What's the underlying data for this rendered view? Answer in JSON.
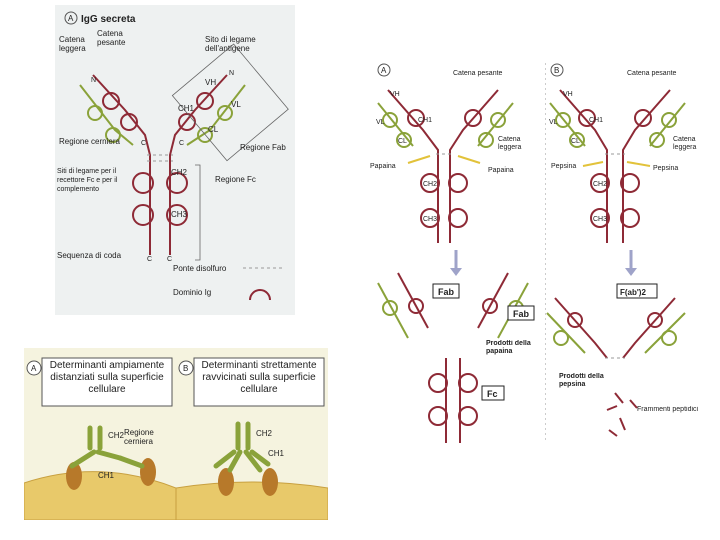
{
  "colors": {
    "heavy": "#8e2a36",
    "light": "#8aa23a",
    "membrane": "#e8c96a",
    "arrow": "#9fa3c9",
    "receptor_tan": "#b7792a"
  },
  "panel_a": {
    "letter": "A",
    "title": "IgG secreta",
    "light_chain": "Catena leggera",
    "heavy_chain": "Catena pesante",
    "antigen_site": "Sito di legame dell'antigene",
    "hinge": "Regione cerniera",
    "fab_region": "Regione Fab",
    "fc_region": "Regione Fc",
    "receptor_site": "Siti di legame per il recettore Fc e per il complemento",
    "tail": "Sequenza di coda",
    "disulfide": "Ponte disolfuro",
    "ig_domain": "Dominio Ig",
    "vh": "VH",
    "vl": "VL",
    "ch1": "CH1",
    "cl": "CL",
    "ch2": "CH2",
    "ch3": "CH3",
    "n": "N",
    "c": "C"
  },
  "panel_b": {
    "letter": "A",
    "heavy_chain": "Catena pesante",
    "light_chain": "Catena leggera",
    "protease": "Papaina",
    "fab": "Fab",
    "fab2": "Fab",
    "fc": "Fc",
    "products": "Prodotti della papaina",
    "vh": "VH",
    "vl": "VL",
    "ch1": "CH1",
    "cl": "CL",
    "ch2": "CH2",
    "ch3": "CH3"
  },
  "panel_c": {
    "letter": "B",
    "heavy_chain": "Catena pesante",
    "light_chain": "Catena leggera",
    "protease_left": "Pepsina",
    "protease_right": "Pepsina",
    "fab2": "F(ab')2",
    "products": "Prodotti della pepsina",
    "fragments": "Frammenti peptidici",
    "vh": "VH",
    "vl": "VL",
    "ch1": "CH1",
    "cl": "CL",
    "ch2": "CH2",
    "ch3": "CH3"
  },
  "panel_d": {
    "letter": "A",
    "title": "Determinanti ampiamente distanziati sulla superficie cellulare",
    "ch2": "CH2",
    "ch1": "CH1",
    "hinge": "Regione cerniera"
  },
  "panel_e": {
    "letter": "B",
    "title": "Determinanti strettamente ravvicinati sulla superficie cellulare",
    "ch2": "CH2",
    "ch1": "CH1"
  }
}
